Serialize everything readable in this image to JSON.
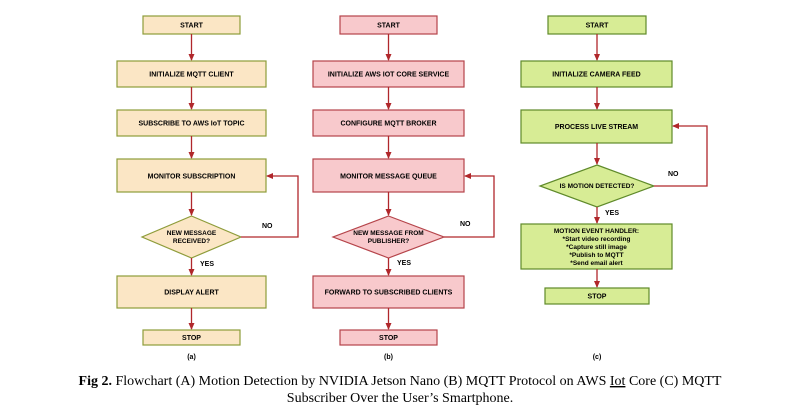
{
  "colors": {
    "a_fill": "#fbe6c5",
    "a_stroke": "#8e9c3a",
    "b_fill": "#f8c9cc",
    "b_stroke": "#b5444a",
    "c_fill": "#d7ec95",
    "c_stroke": "#5f8a2a",
    "arrow": "#b0272b"
  },
  "flow_a": {
    "start": "START",
    "init": "INITIALIZE MQTT CLIENT",
    "subscribe": "SUBSCRIBE TO AWS IoT TOPIC",
    "monitor": "MONITOR SUBSCRIPTION",
    "decision_line1": "NEW MESSAGE",
    "decision_line2": "RECEIVED?",
    "yes": "YES",
    "no": "NO",
    "display": "DISPLAY ALERT",
    "stop": "STOP",
    "label": "(a)"
  },
  "flow_b": {
    "start": "START",
    "init": "INITIALIZE AWS IOT CORE SERVICE",
    "configure": "CONFIGURE MQTT BROKER",
    "monitor": "MONITOR MESSAGE QUEUE",
    "decision_line1": "NEW MESSAGE FROM",
    "decision_line2": "PUBLISHER?",
    "yes": "YES",
    "no": "NO",
    "forward": "FORWARD TO SUBSCRIBED CLIENTS",
    "stop": "STOP",
    "label": "(b)"
  },
  "flow_c": {
    "start": "START",
    "init": "INITIALIZE CAMERA FEED",
    "process": "PROCESS LIVE STREAM",
    "decision": "IS MOTION DETECTED?",
    "yes": "YES",
    "no": "NO",
    "handler_title": "MOTION EVENT HANDLER:",
    "handler_items": [
      "*Start video recording",
      "*Capture still image",
      "*Publish to MQTT",
      "*Send email alert"
    ],
    "stop": "STOP",
    "label": "(c)"
  },
  "caption": {
    "bold": "Fig 2.",
    "line1_a": " Flowchart (A) Motion Detection by NVIDIA Jetson Nano (B) MQTT Protocol on AWS ",
    "line1_iot": "Iot",
    "line1_b": " Core (C) MQTT",
    "line2": "Subscriber Over the User’s Smartphone."
  }
}
